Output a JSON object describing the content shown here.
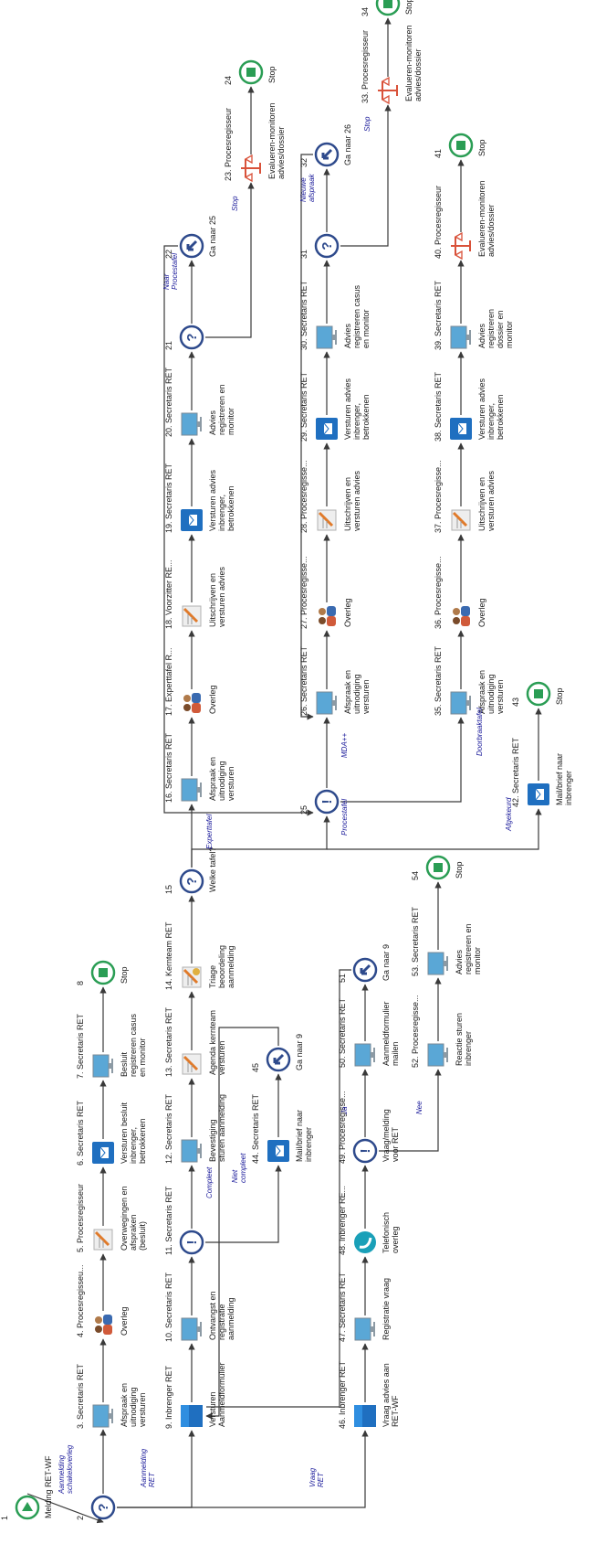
{
  "colors": {
    "line": "#3a3a3a",
    "start": "#2a9d54",
    "stop": "#2a9d54",
    "circle": "#2e4a8c",
    "blue": "#1f6fc0",
    "monitor": "#5aa7d6",
    "label_blue": "#1a1a9a",
    "text": "#1a1a1a",
    "red": "#d9523a"
  },
  "nodes": [
    {
      "id": "1",
      "role": "",
      "shape": "start",
      "caption": "Melding RET-WF"
    },
    {
      "id": "2",
      "role": "",
      "shape": "question",
      "caption": ""
    },
    {
      "id": "3",
      "role": "3. Secretaris RET",
      "shape": "monitor",
      "caption": "Afspraak en uitnodiging versturen"
    },
    {
      "id": "4",
      "role": "4. Procesregisseu...",
      "shape": "people",
      "caption": "Overleg"
    },
    {
      "id": "5",
      "role": "5. Procesregisseur",
      "shape": "write",
      "caption": "Overwegingen en afspraken (besluit)"
    },
    {
      "id": "6",
      "role": "6. Secretaris RET",
      "shape": "mail",
      "caption": "Versturen besluit inbrenger, betrokkenen"
    },
    {
      "id": "7",
      "role": "7. Secretaris RET",
      "shape": "monitor",
      "caption": "Besluit registreren casus en monitor"
    },
    {
      "id": "8",
      "role": "",
      "shape": "stop",
      "caption": "Stop"
    },
    {
      "id": "9",
      "role": "9. Inbrenger RET",
      "shape": "form",
      "caption": "Versturen Aanmeldformulier"
    },
    {
      "id": "10",
      "role": "10. Secretaris RET",
      "shape": "monitor",
      "caption": "Ontvangst en registratie aanmelding"
    },
    {
      "id": "11",
      "role": "11. Secretaris RET",
      "shape": "event",
      "caption": ""
    },
    {
      "id": "12",
      "role": "12. Secretaris RET",
      "shape": "monitor",
      "caption": "Bevestiging sturen aanmelding"
    },
    {
      "id": "13",
      "role": "13. Secretaris RET",
      "shape": "write",
      "caption": "Agenda kernteam versturen"
    },
    {
      "id": "14",
      "role": "14. Kernteam RET",
      "shape": "triage",
      "caption": "Triage beoordeling aanmelding"
    },
    {
      "id": "15",
      "role": "",
      "shape": "question",
      "caption": "Welke tafel?"
    },
    {
      "id": "16",
      "role": "16. Secretaris RET",
      "shape": "monitor",
      "caption": "Afspraak en uitnodiging versturen"
    },
    {
      "id": "17",
      "role": "17. Experttafel R...",
      "shape": "people",
      "caption": "Overleg"
    },
    {
      "id": "18",
      "role": "18. Voorzitter RE...",
      "shape": "write",
      "caption": "Uitschrijven en versturen advies"
    },
    {
      "id": "19",
      "role": "19. Secretaris RET",
      "shape": "mail",
      "caption": "Versturen advies inbrenger, betrokkenen"
    },
    {
      "id": "20",
      "role": "20. Secretaris RET",
      "shape": "monitor",
      "caption": "Advies registreren en monitor"
    },
    {
      "id": "21",
      "role": "",
      "shape": "question",
      "caption": ""
    },
    {
      "id": "22",
      "role": "",
      "shape": "goto",
      "caption": "Ga naar 25"
    },
    {
      "id": "23",
      "role": "23. Procesregisseur",
      "shape": "scale",
      "caption": "Evalueren-monitoren advies/dossier"
    },
    {
      "id": "24",
      "role": "",
      "shape": "stop",
      "caption": "Stop"
    },
    {
      "id": "25",
      "role": "",
      "shape": "event",
      "caption": ""
    },
    {
      "id": "26",
      "role": "26. Secretaris RET",
      "shape": "monitor",
      "caption": "Afspraak en uitnodiging versturen"
    },
    {
      "id": "27",
      "role": "27. Procesregisse...",
      "shape": "people",
      "caption": "Overleg"
    },
    {
      "id": "28",
      "role": "28. Procesregisse...",
      "shape": "write",
      "caption": "Uitschrijven en versturen advies"
    },
    {
      "id": "29",
      "role": "29. Secretaris RET",
      "shape": "mail",
      "caption": "Versturen advies inbrenger, betrokkenen"
    },
    {
      "id": "30",
      "role": "30. Secretaris RET",
      "shape": "monitor",
      "caption": "Advies registreren casus en monitor"
    },
    {
      "id": "31",
      "role": "",
      "shape": "question",
      "caption": ""
    },
    {
      "id": "32",
      "role": "",
      "shape": "goto",
      "caption": "Ga naar 26"
    },
    {
      "id": "33",
      "role": "33. Procesregisseur",
      "shape": "scale",
      "caption": "Evalueren-monitoren advies/dossier"
    },
    {
      "id": "34",
      "role": "",
      "shape": "stop",
      "caption": "Stop"
    },
    {
      "id": "35",
      "role": "35. Secretaris RET",
      "shape": "monitor",
      "caption": "Afspraak en uitnodiging versturen"
    },
    {
      "id": "36",
      "role": "36. Procesregisse...",
      "shape": "people",
      "caption": "Overleg"
    },
    {
      "id": "37",
      "role": "37. Procesregisse...",
      "shape": "write",
      "caption": "Uitschrijven en versturen advies"
    },
    {
      "id": "38",
      "role": "38. Secretaris RET",
      "shape": "mail",
      "caption": "Versturen advies inbrenger, betrokkenen"
    },
    {
      "id": "39",
      "role": "39. Secretaris RET",
      "shape": "monitor",
      "caption": "Advies registreren dossier en monitor"
    },
    {
      "id": "40",
      "role": "40. Procesregisseur",
      "shape": "scale",
      "caption": "Evalueren-monitoren advies/dossier"
    },
    {
      "id": "41",
      "role": "",
      "shape": "stop",
      "caption": "Stop"
    },
    {
      "id": "42",
      "role": "42. Secretaris RET",
      "shape": "mail",
      "caption": "Mail/brief naar inbrenger"
    },
    {
      "id": "43",
      "role": "",
      "shape": "stop",
      "caption": "Stop"
    },
    {
      "id": "44",
      "role": "44. Secretaris RET",
      "shape": "mail",
      "caption": "Mail/brief naar inbrenger"
    },
    {
      "id": "45",
      "role": "",
      "shape": "goto",
      "caption": "Ga naar 9"
    },
    {
      "id": "46",
      "role": "46. Inbrenger RET",
      "shape": "form",
      "caption": "Vraag advies aan RET-WF"
    },
    {
      "id": "47",
      "role": "47. Secretaris RET",
      "shape": "monitor",
      "caption": "Registratie vraag"
    },
    {
      "id": "48",
      "role": "48. Inbrenger RE...",
      "shape": "phone",
      "caption": "Telefonisch overleg"
    },
    {
      "id": "49",
      "role": "49. Procesregisse...",
      "shape": "event",
      "caption": "Vraag/melding voor RET"
    },
    {
      "id": "50",
      "role": "50. Secretaris RET",
      "shape": "monitor",
      "caption": "Aanmeldformulier mailen"
    },
    {
      "id": "51",
      "role": "",
      "shape": "goto",
      "caption": "Ga naar 9"
    },
    {
      "id": "52",
      "role": "52. Procesregisse...",
      "shape": "monitor",
      "caption": "Reactie sturen inbrenger"
    },
    {
      "id": "53",
      "role": "53. Secretaris RET",
      "shape": "monitor",
      "caption": "Advies registreren en monitor"
    },
    {
      "id": "54",
      "role": "",
      "shape": "stop",
      "caption": "Stop"
    }
  ],
  "edge_labels": [
    {
      "id": "aanmelding-schakeloverleg",
      "text": "Aanmelding schakeloverleg"
    },
    {
      "id": "aanmelding-ret",
      "text": "Aanmelding RET"
    },
    {
      "id": "vraag-ret",
      "text": "Vraag RET"
    },
    {
      "id": "compleet",
      "text": "Compleet"
    },
    {
      "id": "niet-compleet",
      "text": "Niet compleet"
    },
    {
      "id": "experttafel",
      "text": "Experttafel"
    },
    {
      "id": "procestafel",
      "text": "Procestafel"
    },
    {
      "id": "afgekeurd",
      "text": "Afgekeurd"
    },
    {
      "id": "naar-procestafel",
      "text": "Naar Procestafel"
    },
    {
      "id": "stop-23",
      "text": "Stop"
    },
    {
      "id": "mda",
      "text": "MDA++"
    },
    {
      "id": "doorbraaktafel",
      "text": "Doorbraaktafel"
    },
    {
      "id": "nieuwe-afspraak",
      "text": "Nieuwe afspraak"
    },
    {
      "id": "stop-33",
      "text": "Stop"
    },
    {
      "id": "ja",
      "text": "Ja"
    },
    {
      "id": "nee",
      "text": "Nee"
    }
  ]
}
